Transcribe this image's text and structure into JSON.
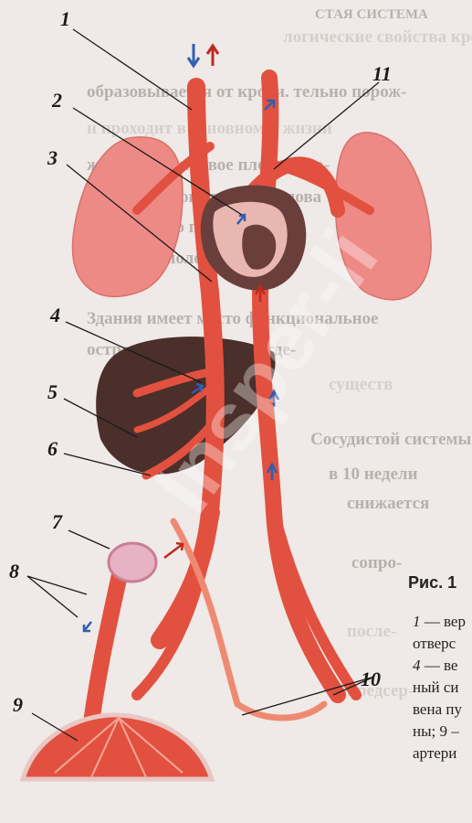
{
  "header_text": "СТАЯ СИСТЕМА",
  "page_lines": [
    "логические свойства крови. Не как",
    "образовывается от крови. тельно порож-",
    "н проходит в основном в жизни",
    "желудочки, правое плевое омо-",
    "сходится в зон грудной голова",
    "Для правого предсердия",
    "и нижней полой вены из",
    "Здания имеет место функциональное",
    "острове от раннего, в отде-",
    "существ",
    "Сосудистой системы",
    "в 10 недели",
    "снижается",
    "сопро-",
    "после-",
    "предсер-"
  ],
  "watermark": "Insper-li",
  "callouts": [
    "1",
    "2",
    "3",
    "11",
    "4",
    "5",
    "6",
    "7",
    "8",
    "9",
    "10"
  ],
  "caption": {
    "title": "Рис. 1",
    "lines": [
      {
        "num": "1",
        "text": " — вер"
      },
      {
        "num": "",
        "text": "отверс"
      },
      {
        "num": "4",
        "text": " — ве"
      },
      {
        "num": "",
        "text": "ный си"
      },
      {
        "num": "",
        "text": "вена пу"
      },
      {
        "num": "",
        "text": "ны; 9 –"
      },
      {
        "num": "",
        "text": "артери"
      }
    ]
  },
  "colors": {
    "vessel": "#e2513f",
    "vessel_light": "#ef8a72",
    "lung": "#ee8a86",
    "liver": "#4b2f2a",
    "heart": "#6a3e3b",
    "blue_arrow": "#2f5fb0",
    "red_arrow": "#c0281e"
  }
}
